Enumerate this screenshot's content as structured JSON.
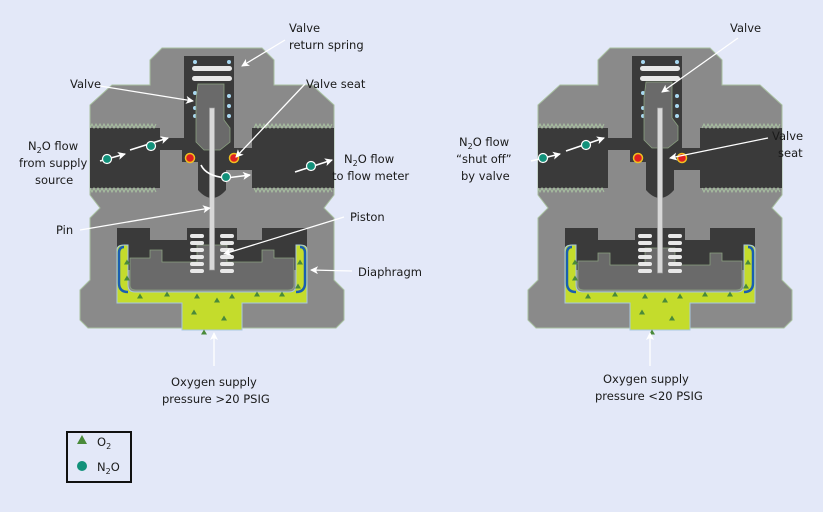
{
  "diagram": {
    "title": "Oxygen failure protection device (fail-safe valve)",
    "colors": {
      "background": "#e3e8f8",
      "body": "#8a8a8a",
      "body_outline": "#a8c0a0",
      "chamber": "#3a3a3a",
      "valve": "#6a6a6a",
      "oxygen": "#c4dc2c",
      "oxygen_marker": "#4a8a3a",
      "n2o_marker": "#12917a",
      "valve_seat": "#e02020",
      "valve_seat_ring": "#f0c020",
      "diaphragm": "#1a5fb0",
      "arrow": "#ffffff"
    },
    "left_panel": {
      "state": "open",
      "labels": {
        "valve_return_spring_1": "Valve",
        "valve_return_spring_2": "return spring",
        "valve": "Valve",
        "valve_seat": "Valve seat",
        "n2o_in_1": "N",
        "n2o_in_1_sub": "2",
        "n2o_in_1_rest": "O flow",
        "n2o_in_2": "from supply",
        "n2o_in_3": "source",
        "n2o_out_1": "N",
        "n2o_out_1_sub": "2",
        "n2o_out_1_rest": "O flow",
        "n2o_out_2": "to flow meter",
        "pin": "Pin",
        "piston": "Piston",
        "diaphragm": "Diaphragm",
        "oxygen_1": "Oxygen supply",
        "oxygen_2": "pressure >20 PSIG"
      }
    },
    "right_panel": {
      "state": "closed",
      "labels": {
        "valve": "Valve",
        "valve_seat_1": "Valve",
        "valve_seat_2": "seat",
        "n2o_1": "N",
        "n2o_1_sub": "2",
        "n2o_1_rest": "O flow",
        "n2o_2": "“shut off”",
        "n2o_3": "by valve",
        "oxygen_1": "Oxygen supply",
        "oxygen_2": "pressure <20 PSIG"
      }
    },
    "legend": {
      "items": [
        {
          "symbol": "triangle",
          "label": "O",
          "sub": "2"
        },
        {
          "symbol": "circle",
          "label": "N",
          "sub": "2",
          "label_rest": "O"
        }
      ]
    }
  }
}
